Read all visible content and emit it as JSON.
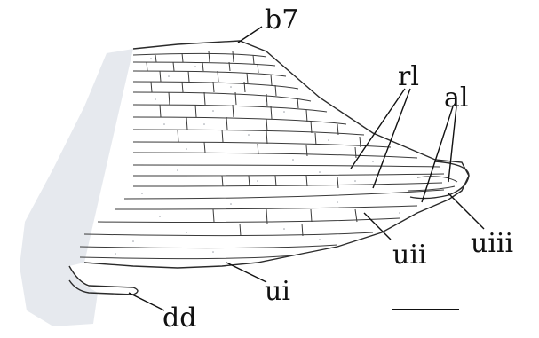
{
  "figure": {
    "labels": {
      "b7": "b7",
      "rl": "rl",
      "al": "al",
      "uiii": "uiii",
      "uii": "uii",
      "ui": "ui",
      "dd": "dd"
    },
    "colors": {
      "base_fill": "#e6e9ee",
      "ink": "#111111",
      "vein": "#3a3a3a",
      "background": "#ffffff"
    }
  }
}
